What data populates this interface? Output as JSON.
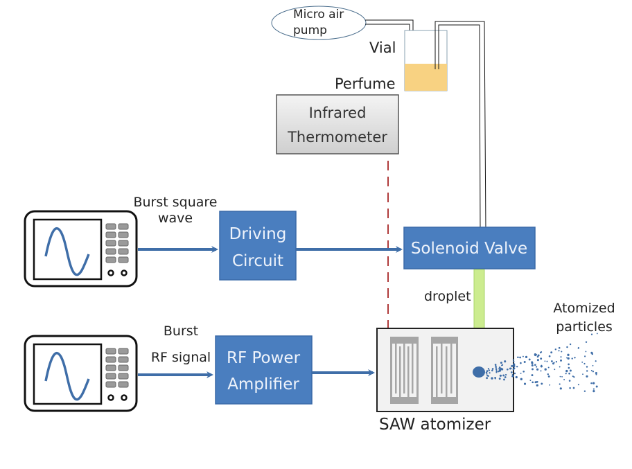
{
  "title": "SAW atomizer experimental setup",
  "colors": {
    "block_fill": "#4a7ebf",
    "block_stroke": "#3a6aa8",
    "arrow": "#3f6ea8",
    "perfume": "#f8d282",
    "droplet_arrow": "#ccec8f",
    "dashed_line": "#b03a3a",
    "thermometer_fill": "#e0e0e0"
  },
  "labels": {
    "air_pump": [
      "Micro air",
      "pump"
    ],
    "vial": "Vial",
    "perfume": "Perfume",
    "thermometer": [
      "Infrared",
      "Thermometer"
    ],
    "burst_square_wave": [
      "Burst square",
      "wave"
    ],
    "driving_circuit": [
      "Driving",
      "Circuit"
    ],
    "solenoid_valve": "Solenoid Valve",
    "droplet": "droplet",
    "burst_rf_signal": [
      "Burst",
      "RF signal"
    ],
    "rf_power_amplifier": [
      "RF Power",
      "Amplifier"
    ],
    "saw_atomizer": "SAW atomizer",
    "atomized_particles": [
      "Atomized",
      "particles"
    ]
  },
  "icons": {
    "generator_top": "function-generator-icon",
    "generator_bottom": "function-generator-icon"
  }
}
